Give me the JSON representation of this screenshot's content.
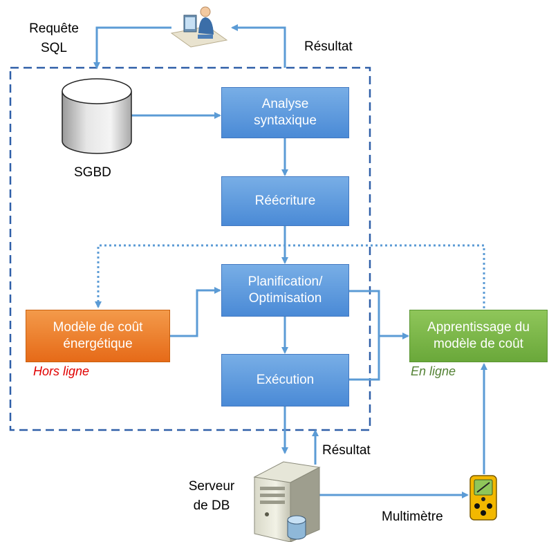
{
  "labels": {
    "requete_line1": "Requête",
    "requete_line2": "SQL",
    "resultat_top": "Résultat",
    "sgbd": "SGBD",
    "resultat_bottom": "Résultat",
    "serveur_line1": "Serveur",
    "serveur_line2": "de DB",
    "multimetre": "Multimètre",
    "hors_ligne": "Hors ligne",
    "en_ligne": "En ligne"
  },
  "boxes": {
    "analyse_line1": "Analyse",
    "analyse_line2": "syntaxique",
    "reecriture": "Réécriture",
    "planif_line1": "Planification/",
    "planif_line2": "Optimisation",
    "execution": "Exécution",
    "modele_line1": "Modèle de coût",
    "modele_line2": "énergétique",
    "apprent_line1": "Apprentissage du",
    "apprent_line2": "modèle de coût"
  },
  "colors": {
    "arrow": "#5b9bd5",
    "dashed_border": "#2f5fa8",
    "process_box": "#5b9bd5",
    "offline_box": "#ed7d31",
    "online_box": "#70ad47",
    "hors_ligne_text": "#e00000",
    "en_ligne_text": "#548235"
  },
  "icons": [
    "user-at-computer-icon",
    "database-cylinder-icon",
    "server-tower-icon",
    "multimeter-icon"
  ]
}
